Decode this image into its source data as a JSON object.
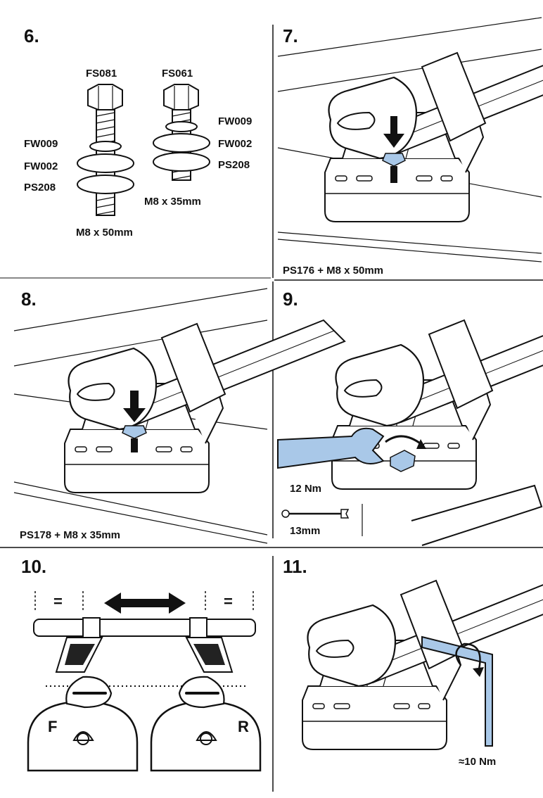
{
  "steps": [
    {
      "number": "6.",
      "bolts": [
        {
          "code": "FS081",
          "size": "M8 x 50mm",
          "washers": [
            "FW009",
            "FW002",
            "PS208"
          ]
        },
        {
          "code": "FS061",
          "size": "M8 x 35mm",
          "washers": [
            "FW009",
            "FW002",
            "PS208"
          ]
        }
      ]
    },
    {
      "number": "7.",
      "caption": "PS176 + M8 x 50mm"
    },
    {
      "number": "8.",
      "caption": "PS178 + M8 x 35mm"
    },
    {
      "number": "9.",
      "torque": "12 Nm",
      "tool_size": "13mm"
    },
    {
      "number": "10.",
      "equal_mark": "=",
      "foot_labels": [
        "F",
        "R"
      ]
    },
    {
      "number": "11.",
      "torque": "≈10 Nm"
    }
  ],
  "colors": {
    "tool_fill": "#a9c8e8",
    "line": "#111111"
  },
  "icons": [
    "bolt-icon",
    "washer-icon",
    "arrow-down-icon",
    "wrench-icon",
    "hex-key-icon",
    "rotate-arrow-icon",
    "double-arrow-icon"
  ]
}
